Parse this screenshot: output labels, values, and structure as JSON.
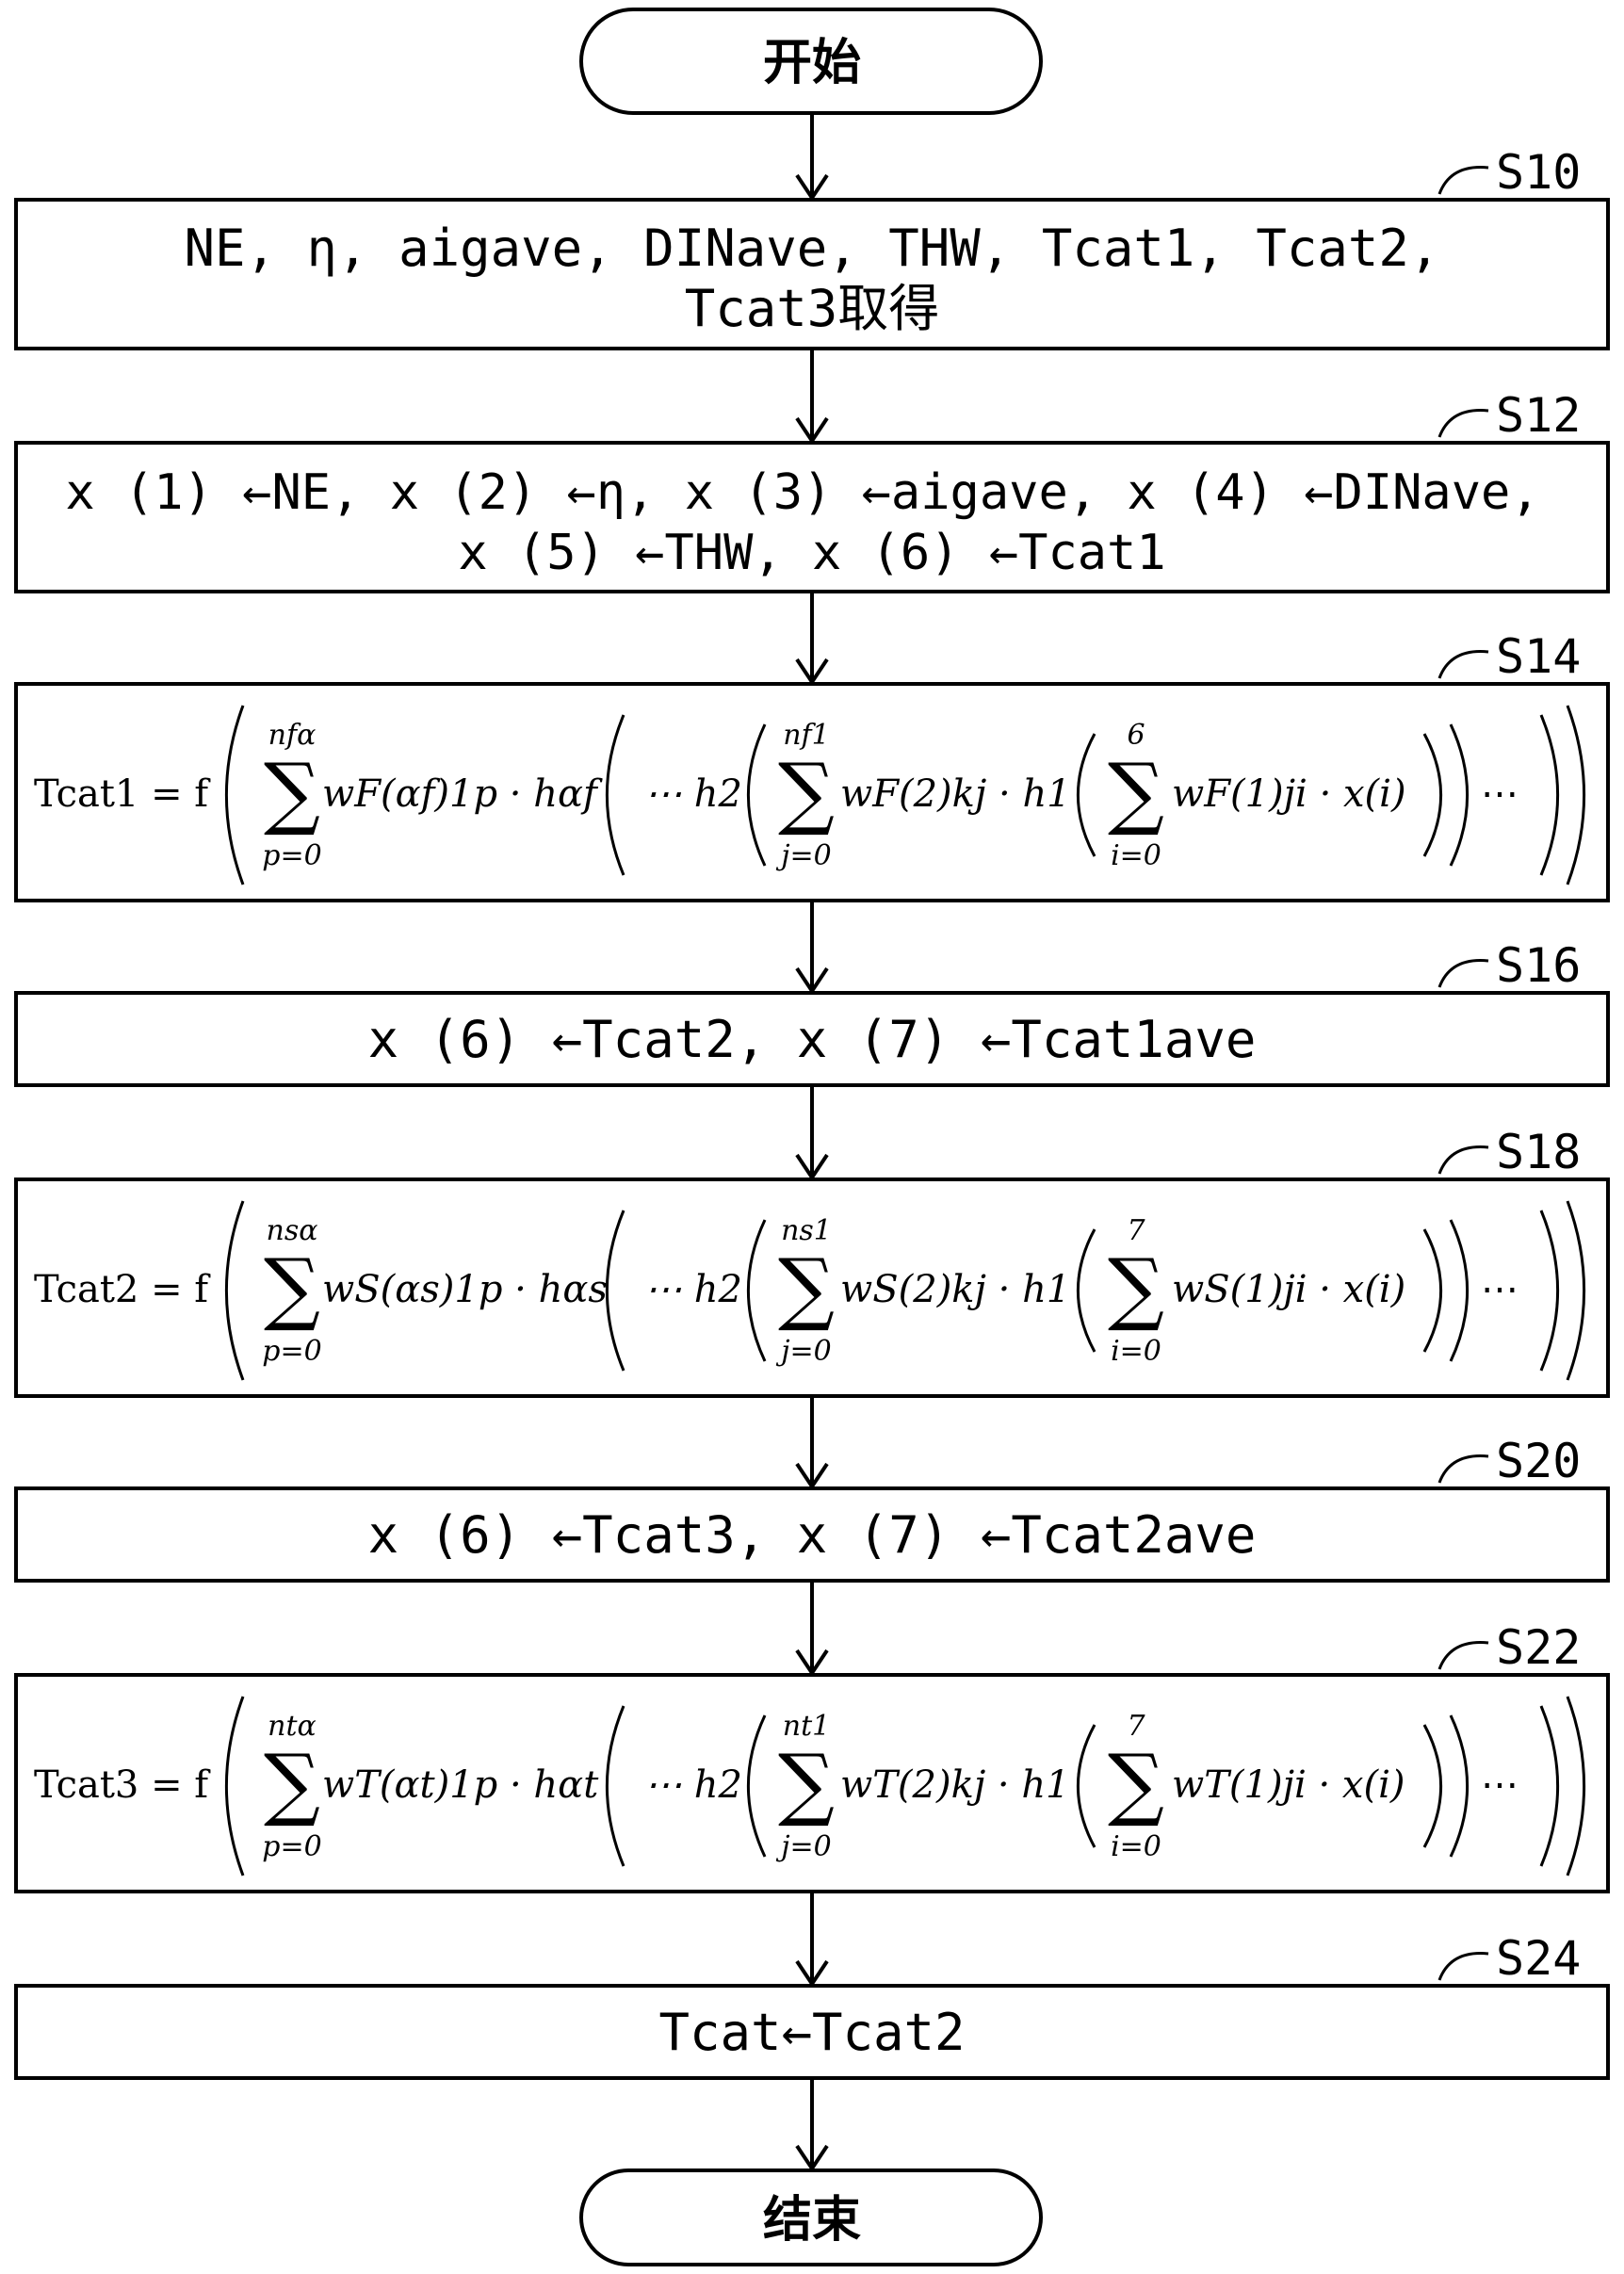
{
  "start_label": "开始",
  "end_label": "结束",
  "steps": [
    {
      "id": "S10",
      "lines": [
        "NE, η, aigave, DINave, THW, Tcat1, Tcat2,",
        "Tcat3取得"
      ]
    },
    {
      "id": "S12",
      "lines": [
        "x (1) ←NE, x (2) ←η, x (3) ←aigave, x (4) ←DINave,",
        "x (5) ←THW, x (6) ←Tcat1"
      ]
    },
    {
      "id": "S14",
      "formula": {
        "lhs": "Tcat1 = f",
        "outer_term": "wF(αf)1p · hαf",
        "outer_upper": "nfα",
        "dots": "⋯ h2",
        "mid_term": "wF(2)kj · h1",
        "mid_upper": "nf1",
        "inner_term": "wF(1)ji · x(i)",
        "inner_upper": "6",
        "tail": "⋯",
        "lower_p": "p=0",
        "lower_j": "j=0",
        "lower_i": "i=0"
      }
    },
    {
      "id": "S16",
      "lines": [
        "x (6) ←Tcat2, x (7) ←Tcat1ave"
      ]
    },
    {
      "id": "S18",
      "formula": {
        "lhs": "Tcat2 = f",
        "outer_term": "wS(αs)1p · hαs",
        "outer_upper": "nsα",
        "dots": "⋯ h2",
        "mid_term": "wS(2)kj · h1",
        "mid_upper": "ns1",
        "inner_term": "wS(1)ji · x(i)",
        "inner_upper": "7",
        "tail": "⋯",
        "lower_p": "p=0",
        "lower_j": "j=0",
        "lower_i": "i=0"
      }
    },
    {
      "id": "S20",
      "lines": [
        "x (6) ←Tcat3, x (7) ←Tcat2ave"
      ]
    },
    {
      "id": "S22",
      "formula": {
        "lhs": "Tcat3 = f",
        "outer_term": "wT(αt)1p · hαt",
        "outer_upper": "ntα",
        "dots": "⋯ h2",
        "mid_term": "wT(2)kj · h1",
        "mid_upper": "nt1",
        "inner_term": "wT(1)ji · x(i)",
        "inner_upper": "7",
        "tail": "⋯",
        "lower_p": "p=0",
        "lower_j": "j=0",
        "lower_i": "i=0"
      }
    },
    {
      "id": "S24",
      "lines": [
        "Tcat←Tcat2"
      ]
    }
  ]
}
